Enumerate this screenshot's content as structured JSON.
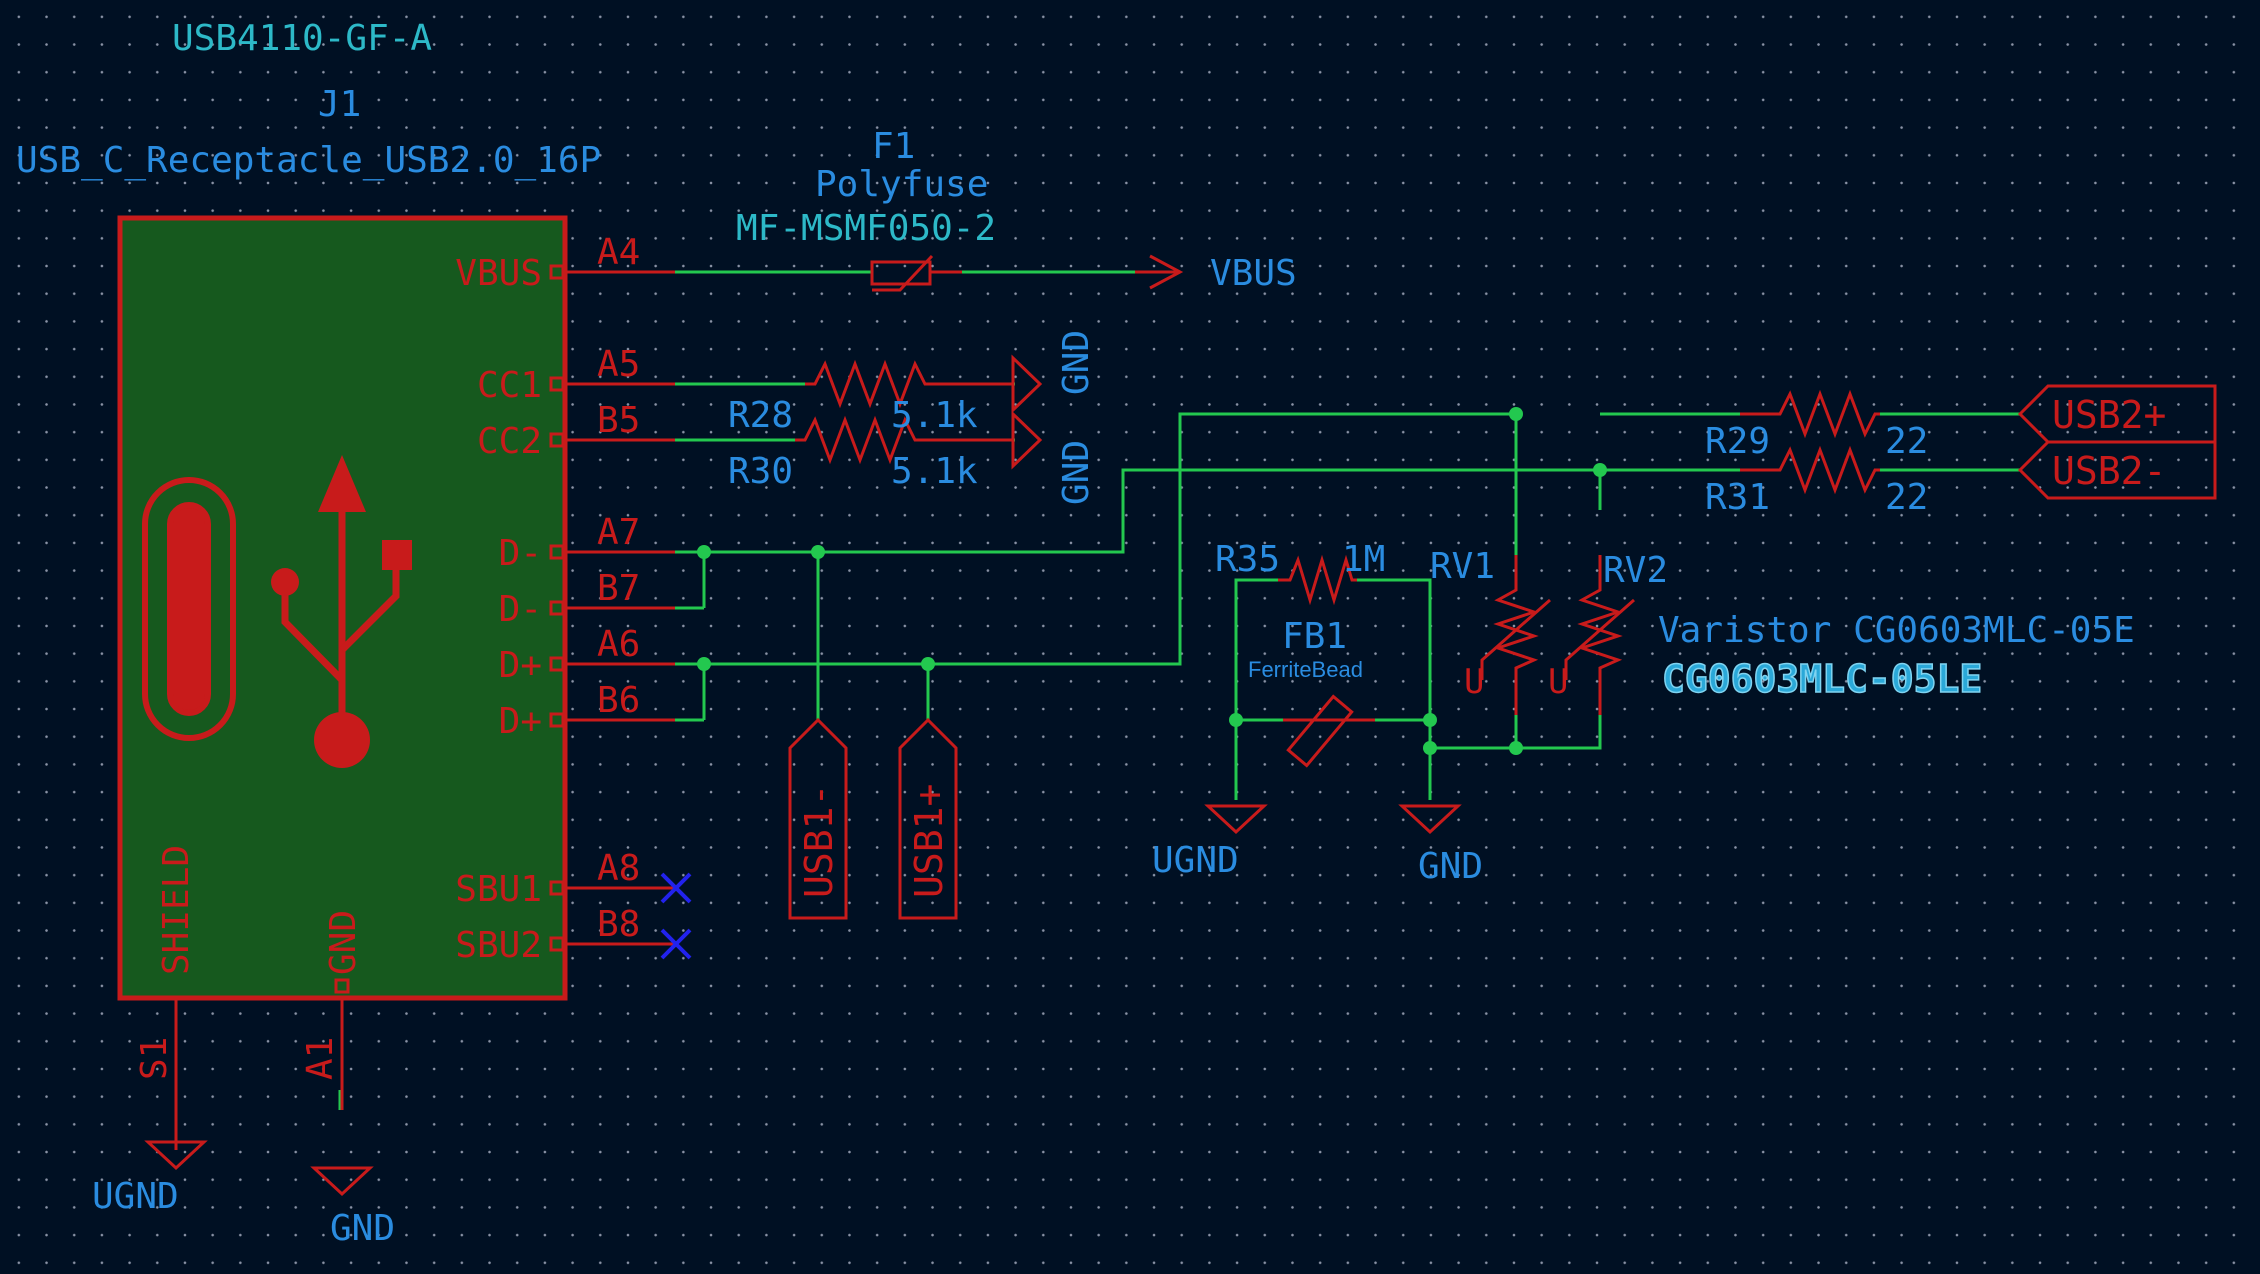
{
  "colors": {
    "background": "#001023",
    "wire": "#23c84f",
    "symbol": "#c81b1b",
    "symbol_fill": "#16591e",
    "value_text": "#2db9c8",
    "ref_text": "#2a8ce0",
    "no_connect": "#2222ee",
    "highlight": "#7fd3f0"
  },
  "connector": {
    "value": "USB4110-GF-A",
    "ref": "J1",
    "footprint": "USB_C_Receptacle_USB2.0_16P",
    "pins": {
      "vbus": "VBUS",
      "cc1": "CC1",
      "cc2": "CC2",
      "dm1": "D-",
      "dm2": "D-",
      "dp1": "D+",
      "dp2": "D+",
      "sbu1": "SBU1",
      "sbu2": "SBU2",
      "shield": "SHIELD",
      "gnd": "GND"
    },
    "pin_numbers": {
      "a4": "A4",
      "a5": "A5",
      "b5": "B5",
      "a7": "A7",
      "b7": "B7",
      "a6": "A6",
      "b6": "B6",
      "a8": "A8",
      "b8": "B8",
      "s1": "S1",
      "a1": "A1"
    }
  },
  "fuse": {
    "ref": "F1",
    "type": "Polyfuse",
    "value": "MF-MSMF050-2"
  },
  "resistors": {
    "r28": {
      "ref": "R28",
      "value": "5.1k"
    },
    "r30": {
      "ref": "R30",
      "value": "5.1k"
    },
    "r29": {
      "ref": "R29",
      "value": "22"
    },
    "r31": {
      "ref": "R31",
      "value": "22"
    },
    "r35": {
      "ref": "R35",
      "value": "1M"
    }
  },
  "ferrite": {
    "ref": "FB1",
    "value": "FerriteBead"
  },
  "varistors": {
    "rv1": "RV1",
    "rv2": "RV2",
    "u_mark": "U",
    "value": "Varistor CG0603MLC-05E",
    "highlight_value": "CG0603MLC-05LE"
  },
  "nets": {
    "vbus": "VBUS",
    "gnd": "GND",
    "ugnd": "UGND",
    "usb1m": "USB1-",
    "usb1p": "USB1+",
    "usb2p": "USB2+",
    "usb2m": "USB2-"
  }
}
